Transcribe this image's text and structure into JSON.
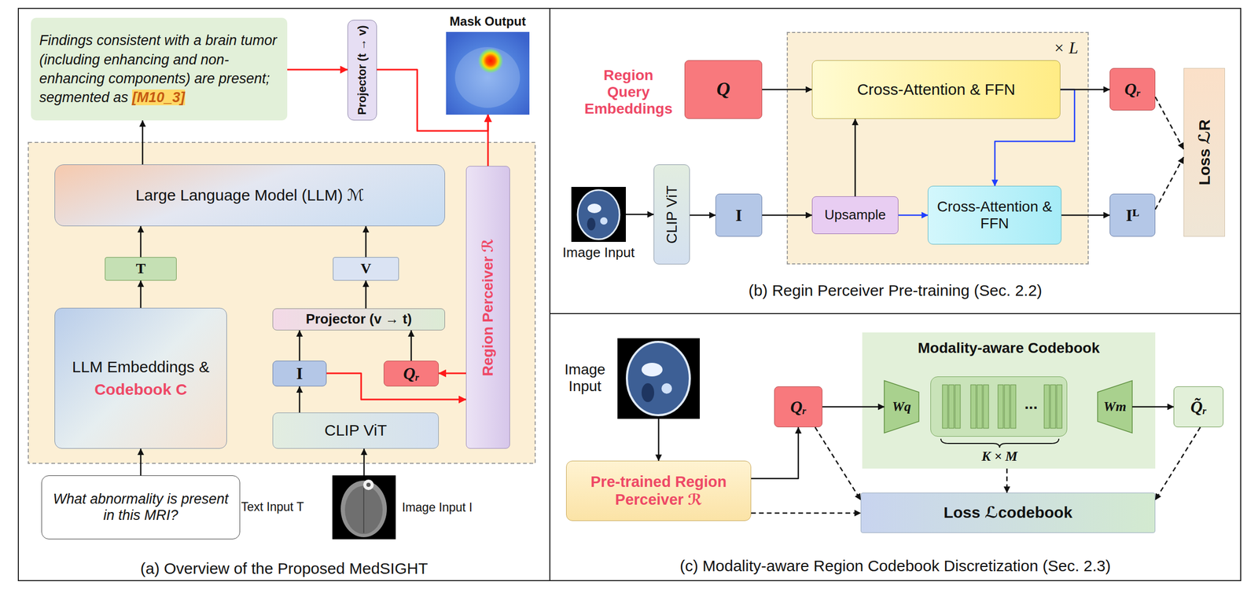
{
  "diagram": {
    "nodes": [
      {
        "text": [
          "(a) Overview of the Proposed MedSIGHT"
        ]
      },
      {
        "text": [
          "Findings consistent with a brain tumor (including enhancing and non-enhancing components) are present; segmented as [M10_3]"
        ],
        "in": 0
      },
      {
        "text": [
          "Projector (t → v)"
        ],
        "in": 0
      },
      {
        "text": [
          "Mask Output"
        ],
        "in": 0
      },
      {
        "text": [
          "Large Language Model (LLM) ℳ"
        ],
        "in": 0
      },
      {
        "text": [
          "T"
        ],
        "in": 0
      },
      {
        "text": [
          "V"
        ],
        "in": 0
      },
      {
        "text": [
          "Region Perceiver ℛ"
        ],
        "in": 0
      },
      {
        "text": [
          "Projector (v → t)"
        ],
        "in": 0
      },
      {
        "text": [
          "LLM Embeddings &",
          "Codebook C"
        ],
        "in": 0
      },
      {
        "text": [
          "I"
        ],
        "in": 0
      },
      {
        "text": [
          "Qᵣ"
        ],
        "in": 0
      },
      {
        "text": [
          "CLIP ViT"
        ],
        "in": 0
      },
      {
        "text": [
          "What abnormality is present in this MRI?"
        ],
        "in": 0
      },
      {
        "text": [
          "Image Input I"
        ],
        "in": 0
      },
      {
        "text": [
          "(b) Regin Perceiver Pre-training (Sec. 2.2)"
        ]
      },
      {
        "text": [
          "× L"
        ],
        "in": 15
      },
      {
        "text": [
          "Q"
        ],
        "in": 15
      },
      {
        "text": [
          "Cross-Attention & FFN"
        ],
        "in": 16
      },
      {
        "text": [
          "Qᵣ"
        ],
        "in": 15
      },
      {
        "text": [
          "Loss ℒR"
        ],
        "in": 15
      },
      {
        "text": [
          "Image Input"
        ],
        "in": 15
      },
      {
        "text": [
          "CLIP ViT"
        ],
        "in": 15
      },
      {
        "text": [
          "I"
        ],
        "in": 15
      },
      {
        "text": [
          "Upsample"
        ],
        "in": 16
      },
      {
        "text": [
          "Cross-Attention & FFN"
        ],
        "in": 16
      },
      {
        "text": [
          "Iᴸ"
        ],
        "in": 15
      },
      {
        "text": [
          "(c) Modality-aware Region Codebook Discretization (Sec. 2.3)"
        ]
      },
      {
        "text": [
          "Image Input"
        ],
        "in": 27
      },
      {
        "text": [
          "Modality-aware Codebook"
        ],
        "in": 27
      },
      {
        "text": [
          "Wq"
        ],
        "in": 29
      },
      {
        "text": [
          "..."
        ],
        "in": 29
      },
      {
        "text": [
          "Wm"
        ],
        "in": 29
      },
      {
        "text": [
          "Qᵣ"
        ],
        "in": 27
      },
      {
        "text": [
          "Q̃ᵣ"
        ],
        "in": 27
      },
      {
        "text": [
          "Pre-trained Region Perceiver ℛ"
        ],
        "in": 27
      },
      {
        "text": [
          "Loss ℒcodebook"
        ],
        "in": 27
      }
    ],
    "edges": [
      {
        "from": 13,
        "to": 9,
        "arrow": "to"
      },
      {
        "from": 9,
        "to": 5,
        "arrow": "to"
      },
      {
        "from": 5,
        "to": 4,
        "arrow": "to"
      },
      {
        "from": 14,
        "to": 12,
        "arrow": "to"
      },
      {
        "from": 12,
        "to": 10,
        "arrow": "to"
      },
      {
        "from": 10,
        "to": 8,
        "arrow": "to"
      },
      {
        "from": 11,
        "to": 8,
        "arrow": "to"
      },
      {
        "from": 8,
        "to": 6,
        "arrow": "to"
      },
      {
        "from": 6,
        "to": 4,
        "arrow": "to"
      },
      {
        "from": 4,
        "to": 1,
        "arrow": "to"
      },
      {
        "from": 1,
        "to": 2,
        "arrow": "to"
      },
      {
        "from": 2,
        "to": 3,
        "arrow": "to"
      },
      {
        "from": 7,
        "to": 3,
        "arrow": "to"
      },
      {
        "from": 10,
        "to": 7,
        "arrow": "to"
      },
      {
        "from": 7,
        "to": 11,
        "arrow": "to"
      },
      {
        "from": 17,
        "to": 18,
        "arrow": "to"
      },
      {
        "from": 21,
        "to": 22,
        "arrow": "to"
      },
      {
        "from": 22,
        "to": 23,
        "arrow": "to"
      },
      {
        "from": 23,
        "to": 24,
        "arrow": "to"
      },
      {
        "from": 24,
        "to": 18,
        "arrow": "to"
      },
      {
        "from": 24,
        "to": 25,
        "arrow": "to"
      },
      {
        "from": 18,
        "to": 25,
        "arrow": "to"
      },
      {
        "from": 18,
        "to": 19,
        "arrow": "to"
      },
      {
        "from": 25,
        "to": 26,
        "arrow": "to"
      },
      {
        "from": 19,
        "to": 20,
        "arrow": "to"
      },
      {
        "from": 26,
        "to": 20,
        "arrow": "to"
      },
      {
        "from": 28,
        "to": 35,
        "arrow": "to"
      },
      {
        "from": 35,
        "to": 33,
        "arrow": "to"
      },
      {
        "from": 33,
        "to": 30,
        "arrow": "to"
      },
      {
        "from": 32,
        "to": 34,
        "arrow": "to"
      },
      {
        "from": 33,
        "to": 36,
        "arrow": "to"
      },
      {
        "from": 35,
        "to": 36,
        "arrow": "to"
      },
      {
        "from": 29,
        "to": 36,
        "arrow": "to"
      },
      {
        "from": 34,
        "to": 36,
        "arrow": "to"
      }
    ],
    "labels": [
      "Text Input T",
      "Region Query Embeddings",
      "K × M"
    ]
  }
}
